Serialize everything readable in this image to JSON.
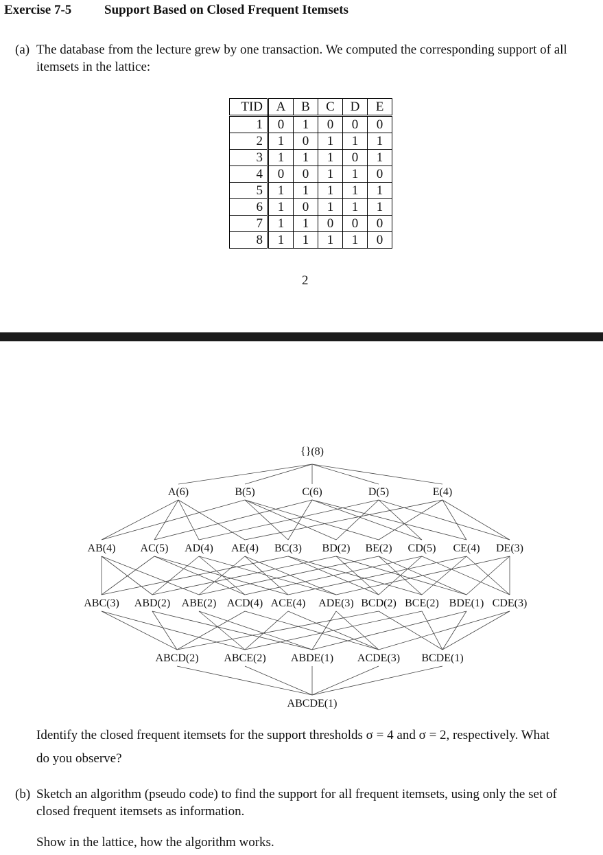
{
  "header": {
    "exercise_number": "Exercise 7-5",
    "exercise_title": "Support Based on Closed Frequent Itemsets"
  },
  "part_a": {
    "label": "(a)",
    "line1": "The database from the lecture grew by one transaction. We computed the corresponding support of all",
    "line2": "itemsets in the lattice:"
  },
  "table": {
    "headers": [
      "TID",
      "A",
      "B",
      "C",
      "D",
      "E"
    ],
    "rows": [
      [
        "1",
        "0",
        "1",
        "0",
        "0",
        "0"
      ],
      [
        "2",
        "1",
        "0",
        "1",
        "1",
        "1"
      ],
      [
        "3",
        "1",
        "1",
        "1",
        "0",
        "1"
      ],
      [
        "4",
        "0",
        "0",
        "1",
        "1",
        "0"
      ],
      [
        "5",
        "1",
        "1",
        "1",
        "1",
        "1"
      ],
      [
        "6",
        "1",
        "0",
        "1",
        "1",
        "1"
      ],
      [
        "7",
        "1",
        "1",
        "0",
        "0",
        "0"
      ],
      [
        "8",
        "1",
        "1",
        "1",
        "1",
        "0"
      ]
    ]
  },
  "page_number": "2",
  "lattice": {
    "levels": [
      [
        "{}(8)"
      ],
      [
        "A(6)",
        "B(5)",
        "C(6)",
        "D(5)",
        "E(4)"
      ],
      [
        "AB(4)",
        "AC(5)",
        "AD(4)",
        "AE(4)",
        "BC(3)",
        "BD(2)",
        "BE(2)",
        "CD(5)",
        "CE(4)",
        "DE(3)"
      ],
      [
        "ABC(3)",
        "ABD(2)",
        "ABE(2)",
        "ACD(4)",
        "ACE(4)",
        "ADE(3)",
        "BCD(2)",
        "BCE(2)",
        "BDE(1)",
        "CDE(3)"
      ],
      [
        "ABCD(2)",
        "ABCE(2)",
        "ABDE(1)",
        "ACDE(3)",
        "BCDE(1)"
      ],
      [
        "ABCDE(1)"
      ]
    ]
  },
  "question": {
    "line1": "Identify the closed frequent itemsets for the support thresholds σ = 4 and σ = 2, respectively. What",
    "line2": "do you observe?"
  },
  "part_b": {
    "label": "(b)",
    "line1": "Sketch an algorithm (pseudo code) to find the support for all frequent itemsets, using only the set of",
    "line2": "closed frequent itemsets as information.",
    "line3": "Show in the lattice, how the algorithm works."
  }
}
